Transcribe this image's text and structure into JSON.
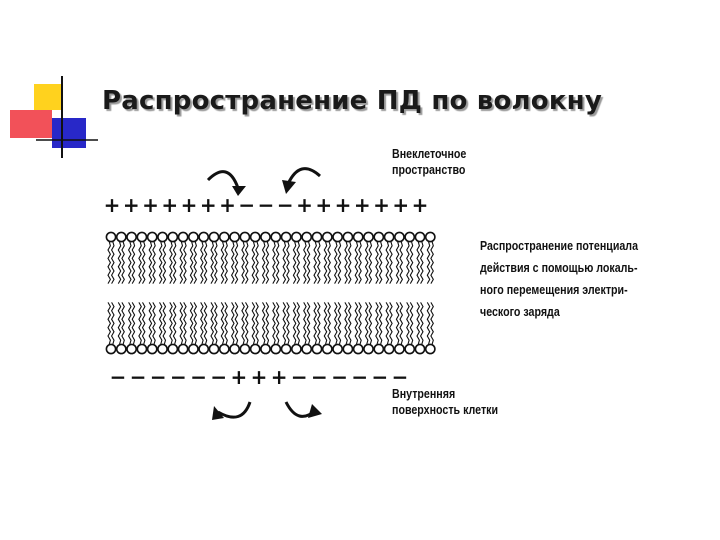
{
  "slide": {
    "title": "Распространение ПД по волокну",
    "colors": {
      "yellow": "#ffd21e",
      "red": "#f0323c",
      "blue": "#2828c8",
      "shadow": "#9a9a9a"
    }
  },
  "diagram": {
    "label_extracellular": [
      "Внеклеточное",
      "пространство"
    ],
    "label_intracellular": [
      "Внутренняя",
      "поверхность клетки"
    ],
    "label_description": [
      "Распространение потенциала",
      "действия с помощью локаль-",
      "ного перемещения электри-",
      "ческого заряда"
    ],
    "charges_top": [
      "+",
      "+",
      "+",
      "+",
      "+",
      "+",
      "+",
      "−",
      "−",
      "−",
      "+",
      "+",
      "+",
      "+",
      "+",
      "+",
      "+"
    ],
    "charges_bottom": [
      "−",
      "−",
      "−",
      "−",
      "−",
      "−",
      "+",
      "+",
      "+",
      "−",
      "−",
      "−",
      "−",
      "−",
      "−"
    ],
    "arrows": [
      "curved-arrow-top-left",
      "curved-arrow-top-right",
      "curved-arrow-bottom-left",
      "curved-arrow-bottom-right"
    ]
  }
}
